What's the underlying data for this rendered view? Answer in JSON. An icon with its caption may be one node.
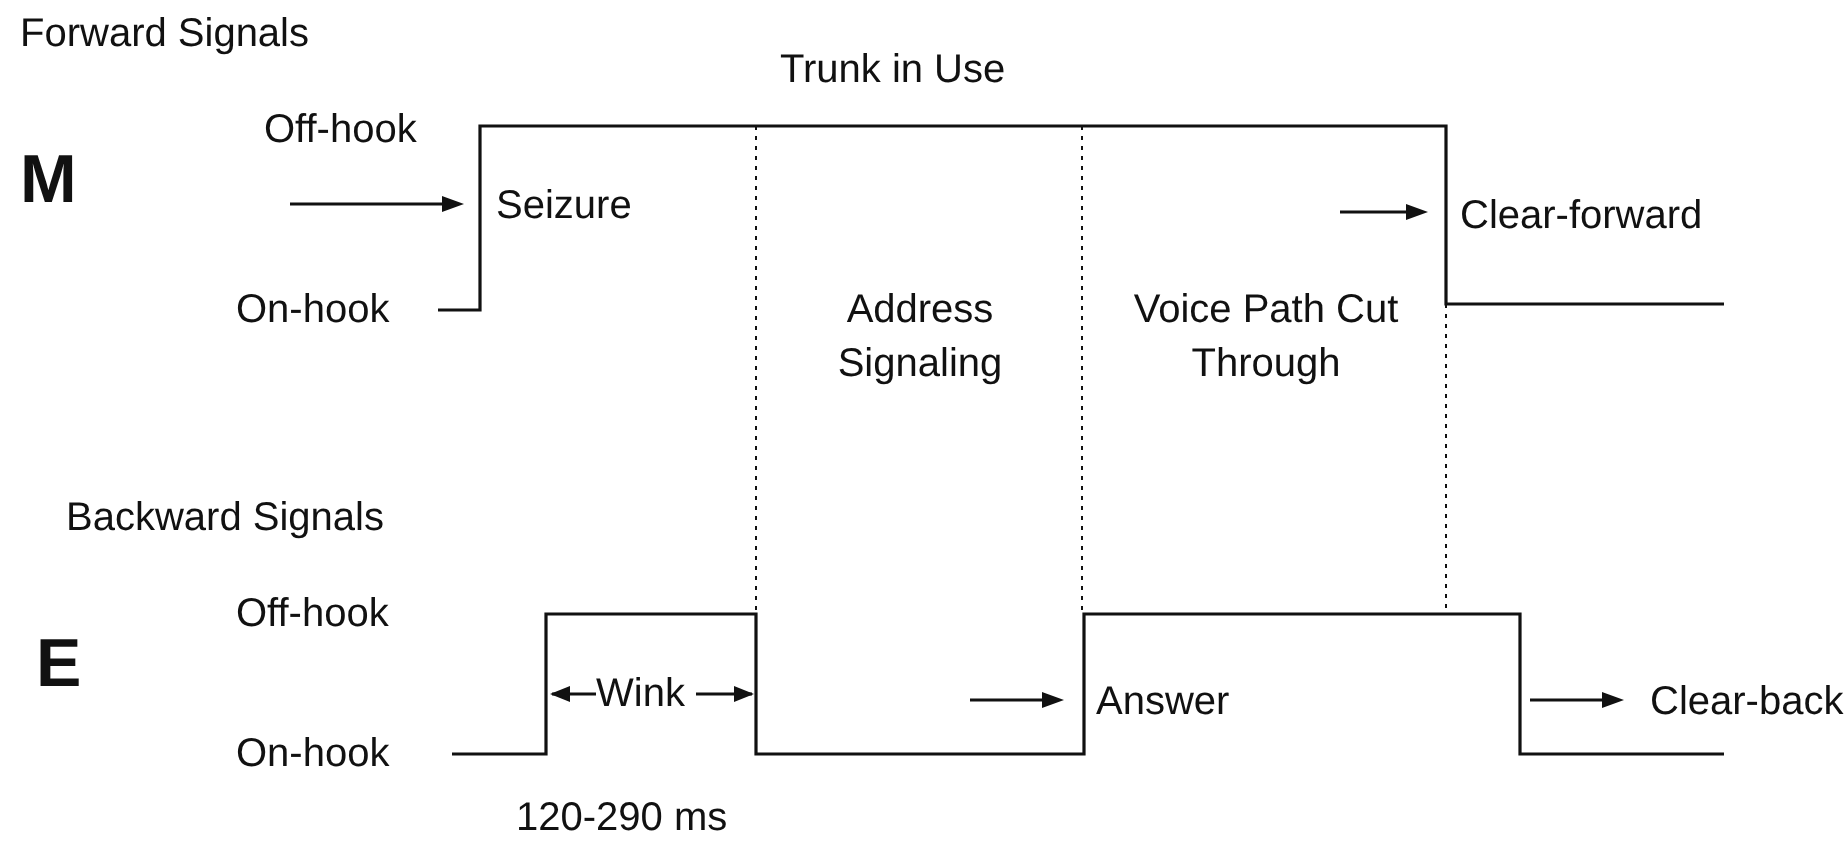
{
  "diagram": {
    "labels": [
      "Forward  Signals",
      "Trunk in Use",
      "M",
      "Off-hook",
      "Seizure",
      "On-hook",
      "Clear-forward",
      "Address Signaling",
      "Voice Path Cut Through",
      "Backward Signals",
      "Off-hook",
      "E",
      "Wink",
      "Answer",
      "Clear-back",
      "On-hook",
      "120-290 ms"
    ]
  }
}
